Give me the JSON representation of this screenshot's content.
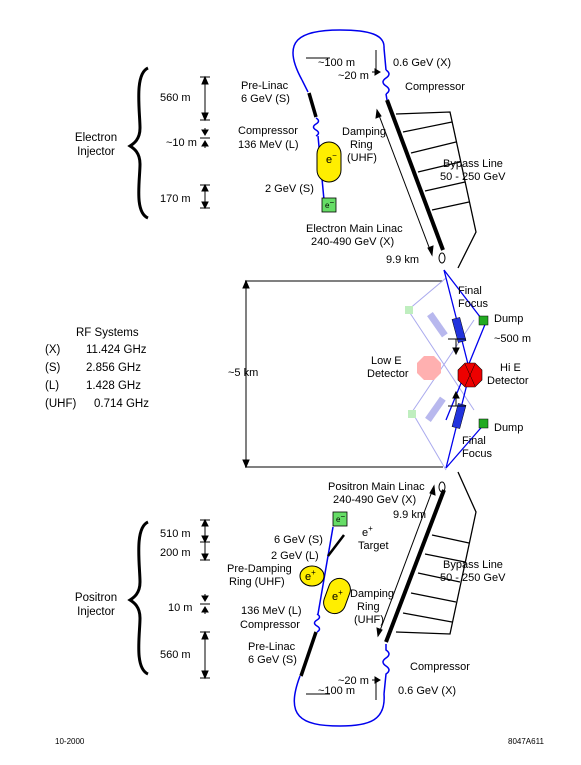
{
  "electron_injector": {
    "title_line1": "Electron",
    "title_line2": "Injector",
    "distances": [
      "560 m",
      "~10 m",
      "170 m"
    ],
    "prelinac_line1": "Pre-Linac",
    "prelinac_line2": "6 GeV (S)",
    "compressor_line1": "Compressor",
    "compressor_line2": "136 MeV (L)",
    "damping_line1": "Damping",
    "damping_line2": "Ring",
    "damping_line3": "(UHF)",
    "source_energy": "2 GeV (S)",
    "ring_label": "e",
    "ring_sup": "−",
    "source_label": "e",
    "source_sup": "−"
  },
  "electron_top": {
    "loop_distance": "~100 m",
    "compressor_distance": "~20 m",
    "energy": "0.6 GeV (X)",
    "compressor": "Compressor"
  },
  "electron_linac": {
    "bypass_line1": "Bypass Line",
    "bypass_line2": "50 - 250 GeV",
    "main_line1": "Electron Main Linac",
    "main_line2": "240-490 GeV (X)",
    "length": "9.9 km"
  },
  "ir": {
    "span": "~5 km",
    "final_focus_top_line1": "Final",
    "final_focus_top_line2": "Focus",
    "final_focus_bottom_line1": "Final",
    "final_focus_bottom_line2": "Focus",
    "dump_top": "Dump",
    "dump_bottom": "Dump",
    "separation": "~500 m",
    "low_e_line1": "Low E",
    "low_e_line2": "Detector",
    "hi_e_line1": "Hi E",
    "hi_e_line2": "Detector"
  },
  "rf_systems": {
    "title": "RF Systems",
    "rows": [
      {
        "band": "(X)",
        "freq": "11.424 GHz",
        "color": "#4da6ff"
      },
      {
        "band": "(S)",
        "freq": "2.856 GHz",
        "color": "#ff6666"
      },
      {
        "band": "(L)",
        "freq": "1.428 GHz",
        "color": "#66cc66"
      },
      {
        "band": "(UHF)",
        "freq": "0.714 GHz",
        "color": "#ffee00"
      }
    ]
  },
  "positron_linac": {
    "main_line1": "Positron Main Linac",
    "main_line2": "240-490 GeV (X)",
    "length": "9.9 km",
    "bypass_line1": "Bypass Line",
    "bypass_line2": "50 - 250 GeV"
  },
  "positron_injector": {
    "title_line1": "Positron",
    "title_line2": "Injector",
    "distances": [
      "510 m",
      "200 m",
      "10 m",
      "560 m"
    ],
    "drive_energy": "6 GeV (S)",
    "target_line1": "e",
    "target_sup": "+",
    "target_line2": "Target",
    "capture_energy": "2 GeV (L)",
    "predamping_line1": "Pre-Damping",
    "predamping_line2": "Ring (UHF)",
    "damping_line1": "Damping",
    "damping_line2": "Ring",
    "damping_line3": "(UHF)",
    "compressor_line1": "136 MeV (L)",
    "compressor_line2": "Compressor",
    "prelinac_line1": "Pre-Linac",
    "prelinac_line2": "6 GeV (S)",
    "source_label": "e",
    "source_sup": "−",
    "predamp_ring_label": "e",
    "predamp_ring_sup": "+",
    "damp_ring_label": "e",
    "damp_ring_sup": "+"
  },
  "positron_bottom": {
    "compressor_distance": "~20 m",
    "compressor": "Compressor",
    "loop_distance": "~100 m",
    "energy": "0.6 GeV (X)"
  },
  "footer": {
    "date": "10-2000",
    "figure_id": "8047A611"
  },
  "colors": {
    "beamline": "#0000ee",
    "magnet": "#2233dd",
    "detector": "#ee0000",
    "dump": "#22aa22",
    "ring": "#ffee00",
    "source": "#66dd66",
    "ghost_magnet": "#b8b8ee",
    "ghost_detector": "#ffb0b0",
    "ghost_dump": "#bfeebf"
  }
}
